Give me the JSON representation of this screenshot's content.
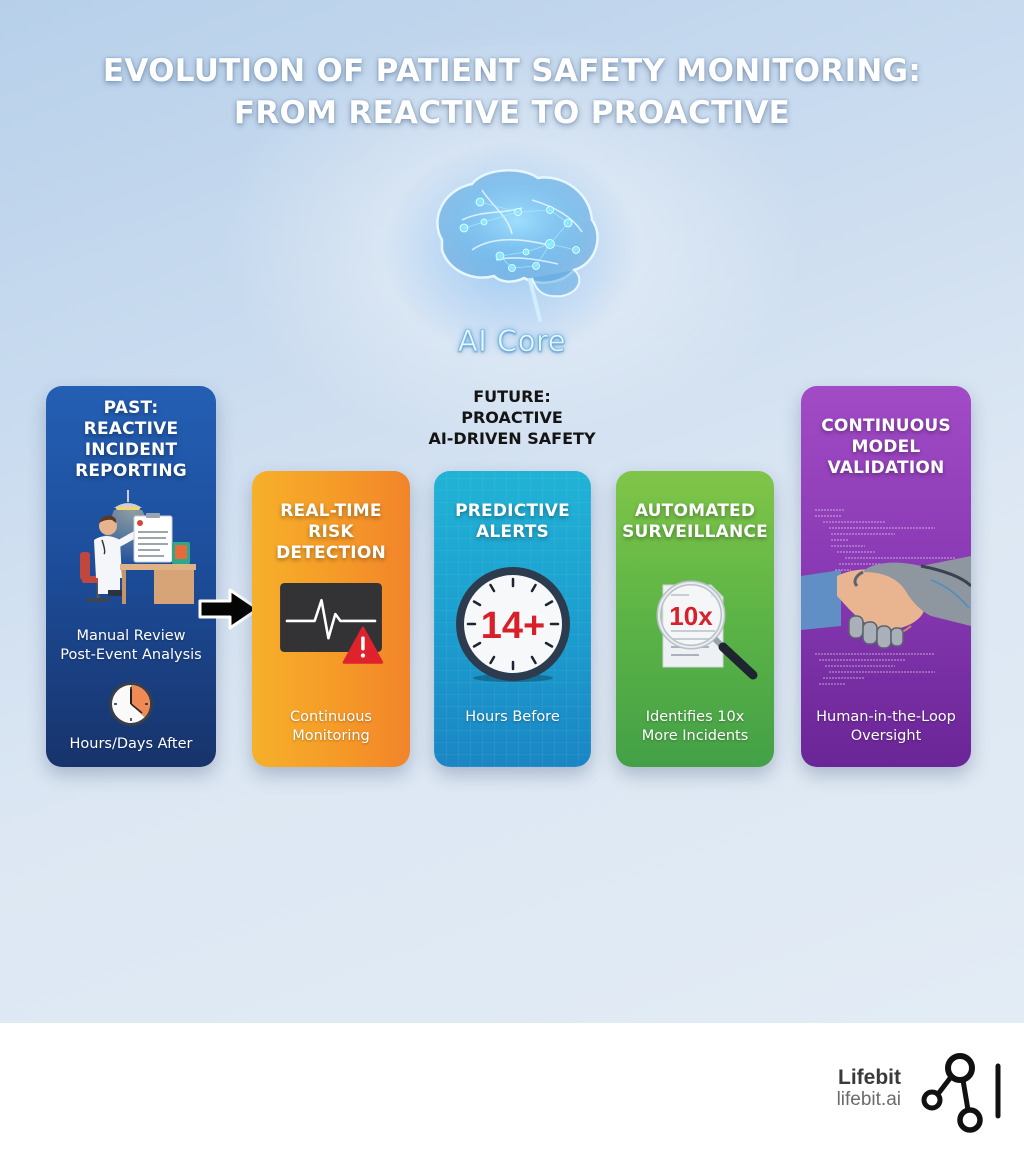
{
  "title": {
    "line1": "EVOLUTION OF PATIENT SAFETY MONITORING:",
    "line2": "FROM REACTIVE TO PROACTIVE"
  },
  "center": {
    "icon": "brain-network-icon",
    "label": "AI Core",
    "future_label": [
      "FUTURE:",
      "PROACTIVE",
      "AI-DRIVEN SAFETY"
    ]
  },
  "cards": [
    {
      "id": "past",
      "heading": [
        "PAST:",
        "REACTIVE",
        "INCIDENT",
        "REPORTING"
      ],
      "icon": "doctor-at-desk-icon",
      "subtext_a": [
        "Manual Review",
        "Post-Event Analysis"
      ],
      "small_icon": "clock-icon",
      "subtext_b": "Hours/Days After",
      "color": "#1d4e9c"
    },
    {
      "id": "realtime",
      "heading": [
        "REAL-TIME",
        "RISK",
        "DETECTION"
      ],
      "icon": "heartbeat-monitor-warning-icon",
      "subtext": [
        "Continuous",
        "Monitoring"
      ],
      "color": "#f59a28"
    },
    {
      "id": "predictive",
      "heading": [
        "PREDICTIVE",
        "ALERTS"
      ],
      "icon": "clock-icon",
      "clock_value": "14+",
      "subtext": [
        "Hours Before"
      ],
      "color": "#1c9fcf"
    },
    {
      "id": "automated",
      "heading": [
        "AUTOMATED",
        "SURVEILLANCE"
      ],
      "icon": "magnifier-document-icon",
      "magnifier_value": "10x",
      "subtext": [
        "Identifies 10x",
        "More Incidents"
      ],
      "color": "#5cb446"
    },
    {
      "id": "validation",
      "heading": [
        "CONTINUOUS",
        "MODEL",
        "VALIDATION"
      ],
      "icon": "human-robot-handshake-icon",
      "subtext": [
        "Human-in-the-Loop",
        "Oversight"
      ],
      "color": "#8b3bb5"
    }
  ],
  "connector": {
    "icon": "arrow-right-icon"
  },
  "footer": {
    "brand_name": "Lifebit",
    "brand_url": "lifebit.ai",
    "logo": "lifebit-logo-icon"
  },
  "colors": {
    "accent_red": "#d8202a",
    "past_blue": "#1d4e9c",
    "realtime_orange": "#f59a28",
    "predictive_cyan": "#1c9fcf",
    "automated_green": "#5cb446",
    "validation_purple": "#8b3bb5"
  }
}
